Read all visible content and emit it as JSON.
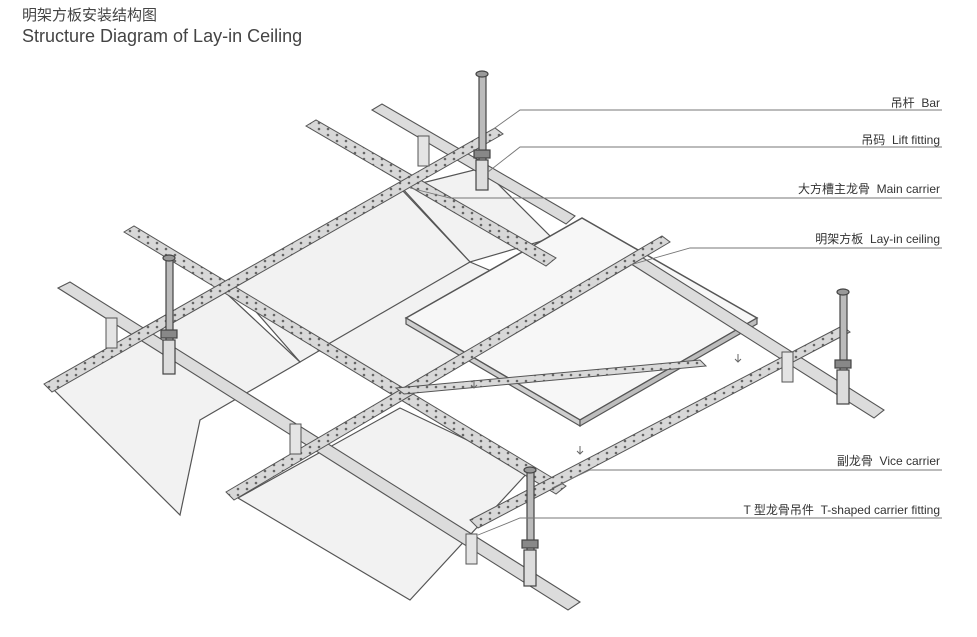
{
  "header": {
    "title_cn": "明架方板安装结构图",
    "title_en": "Structure Diagram of  Lay-in Ceiling"
  },
  "callouts": [
    {
      "cn": "吊杆",
      "en": "Bar"
    },
    {
      "cn": "吊码",
      "en": "Lift fitting"
    },
    {
      "cn": "大方槽主龙骨",
      "en": "Main carrier"
    },
    {
      "cn": "明架方板",
      "en": "Lay-in ceiling"
    },
    {
      "cn": "副龙骨",
      "en": "Vice carrier"
    },
    {
      "cn": "T 型龙骨吊件",
      "en": "T-shaped carrier fitting"
    }
  ],
  "colors": {
    "line": "#555555",
    "panel": "#f3f3f3",
    "channel": "#dcdcdc",
    "leader": "#777777"
  }
}
